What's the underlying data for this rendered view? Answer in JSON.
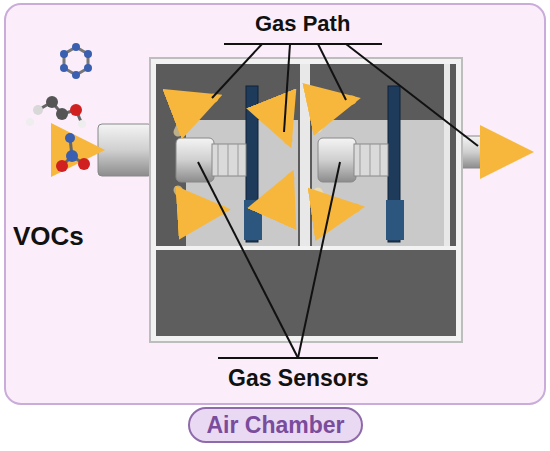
{
  "diagram": {
    "nodes": [
      {
        "text": [
          "Air Chamber"
        ]
      }
    ],
    "labels": [
      "Gas Path",
      "Gas Sensors",
      "VOCs"
    ]
  }
}
